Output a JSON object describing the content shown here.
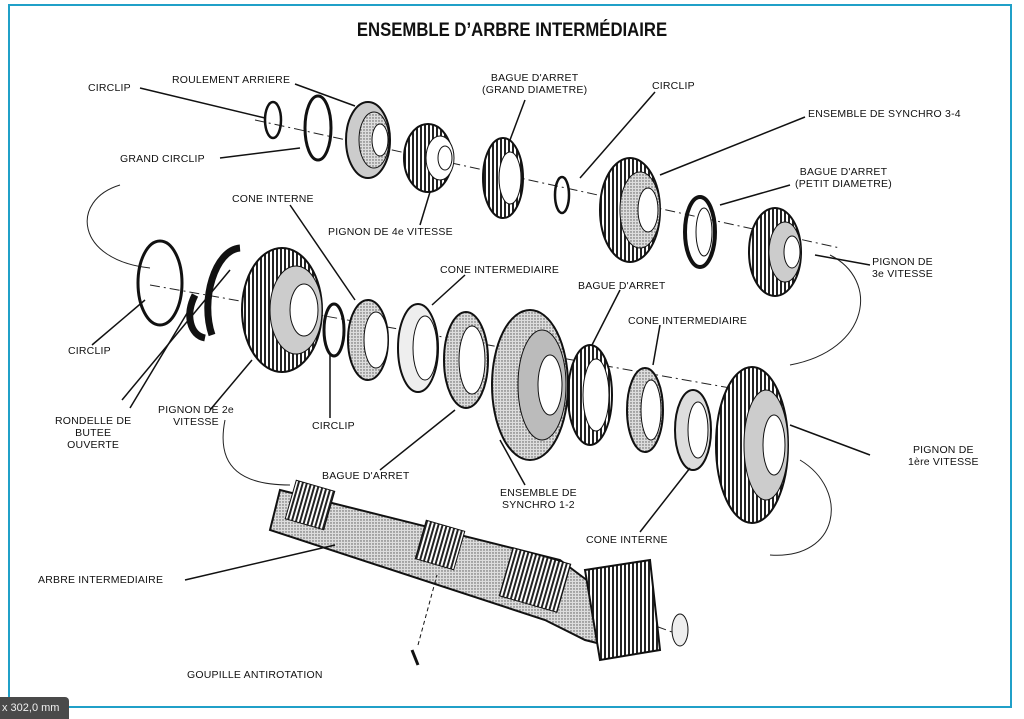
{
  "title": "ENSEMBLE D’ARBRE INTERMÉDIAIRE",
  "labels": {
    "circlip_top_left": "CIRCLIP",
    "roulement_arriere": "ROULEMENT ARRIERE",
    "bague_arret_grand": "BAGUE D'ARRET\n(GRAND DIAMETRE)",
    "circlip_top_right": "CIRCLIP",
    "synchro_34": "ENSEMBLE DE SYNCHRO 3-4",
    "grand_circlip": "GRAND CIRCLIP",
    "bague_arret_petit": "BAGUE D'ARRET\n(PETIT DIAMETRE)",
    "cone_interne_top": "CONE INTERNE",
    "pignon_4e": "PIGNON DE 4e VITESSE",
    "pignon_3e": "PIGNON DE\n3e VITESSE",
    "cone_intermediaire_1": "CONE INTERMEDIAIRE",
    "bague_arret_mid": "BAGUE D'ARRET",
    "cone_intermediaire_2": "CONE INTERMEDIAIRE",
    "circlip_left": "CIRCLIP",
    "rondelle": "RONDELLE DE\nBUTEE\nOUVERTE",
    "pignon_2e": "PIGNON DE 2e\nVITESSE",
    "circlip_mid": "CIRCLIP",
    "pignon_1ere": "PIGNON DE\n1ère VITESSE",
    "bague_arret_low": "BAGUE D'ARRET",
    "synchro_12": "ENSEMBLE DE\nSYNCHRO 1-2",
    "cone_interne_low": "CONE INTERNE",
    "arbre": "ARBRE INTERMEDIAIRE",
    "goupille": "GOUPILLE ANTIROTATION"
  },
  "status": {
    "measurement": "x 302,0 mm"
  },
  "colors": {
    "frame": "#20a0c8",
    "ink": "#111111"
  }
}
